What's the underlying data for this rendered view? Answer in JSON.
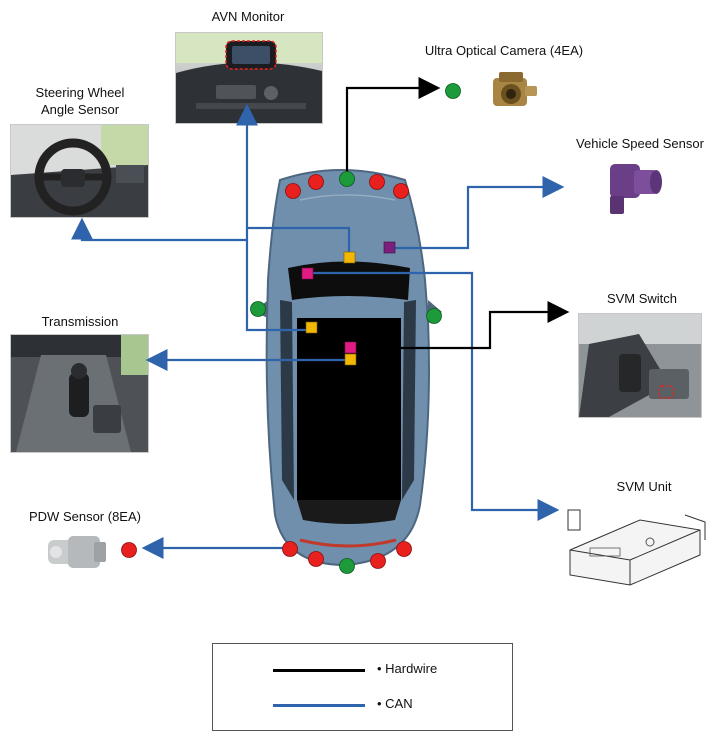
{
  "components": {
    "avn_monitor": "AVN Monitor",
    "ultra_optical_camera": "Ultra Optical Camera (4EA)",
    "steering_wheel_angle_sensor_line1": "Steering Wheel",
    "steering_wheel_angle_sensor_line2": "Angle Sensor",
    "vehicle_speed_sensor": "Vehicle Speed Sensor",
    "svm_switch": "SVM Switch",
    "transmission": "Transmission",
    "svm_unit": "SVM Unit",
    "pdw_sensor": "PDW Sensor (8EA)"
  },
  "legend": {
    "hardwire": "• Hardwire",
    "can": "• CAN"
  },
  "colors": {
    "hardwire": "#000000",
    "can": "#2f64ad",
    "pdw_sensor_dot": "#e8201e",
    "camera_dot": "#1d9a3a",
    "module_yellow": "#f2b705",
    "module_magenta": "#e01b84",
    "module_purple": "#7b1f7e",
    "car_body": "#6f8fac"
  }
}
